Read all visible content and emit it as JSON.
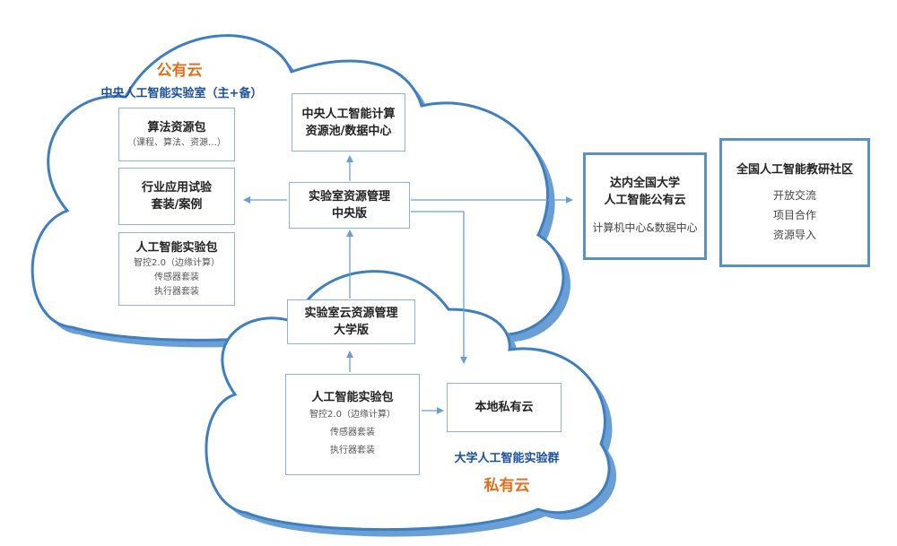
{
  "colors": {
    "cloud_outline": "#3f7fc0",
    "cloud_shadow": "#6a9fd6",
    "arrow": "#6a9fd6",
    "accent_orange": "#e0701e",
    "accent_blue": "#1a4f9c"
  },
  "public_cloud": {
    "title": "公有云",
    "subtitle": "中央人工智能实验室（主+备）",
    "algorithm_pack": {
      "title": "算法资源包",
      "detail": "（课程、算法、资源…）"
    },
    "industry_kit": {
      "line1": "行业应用试验",
      "line2": "套装/案例"
    },
    "ai_lab_pack": {
      "title": "人工智能实验包",
      "items": [
        "智控2.0（边缘计算）",
        "传感器套装",
        "执行器套装"
      ]
    },
    "compute_pool": {
      "line1": "中央人工智能计算",
      "line2": "资源池/数据中心"
    },
    "resource_mgmt_central": {
      "line1": "实验室资源管理",
      "line2": "中央版"
    }
  },
  "private_cloud": {
    "title": "私有云",
    "subtitle": "大学人工智能实验群",
    "resource_mgmt_univ": {
      "line1": "实验室云资源管理",
      "line2": "大学版"
    },
    "ai_lab_pack": {
      "title": "人工智能实验包",
      "items": [
        "智控2.0（边缘计算）",
        "传感器套装",
        "执行器套装"
      ]
    },
    "local_cloud": {
      "title": "本地私有云"
    }
  },
  "national_cloud": {
    "line1": "达内全国大学",
    "line2": "人工智能公有云",
    "detail": "计算机中心&数据中心"
  },
  "community": {
    "title": "全国人工智能教研社区",
    "items": [
      "开放交流",
      "项目合作",
      "资源导入"
    ]
  }
}
